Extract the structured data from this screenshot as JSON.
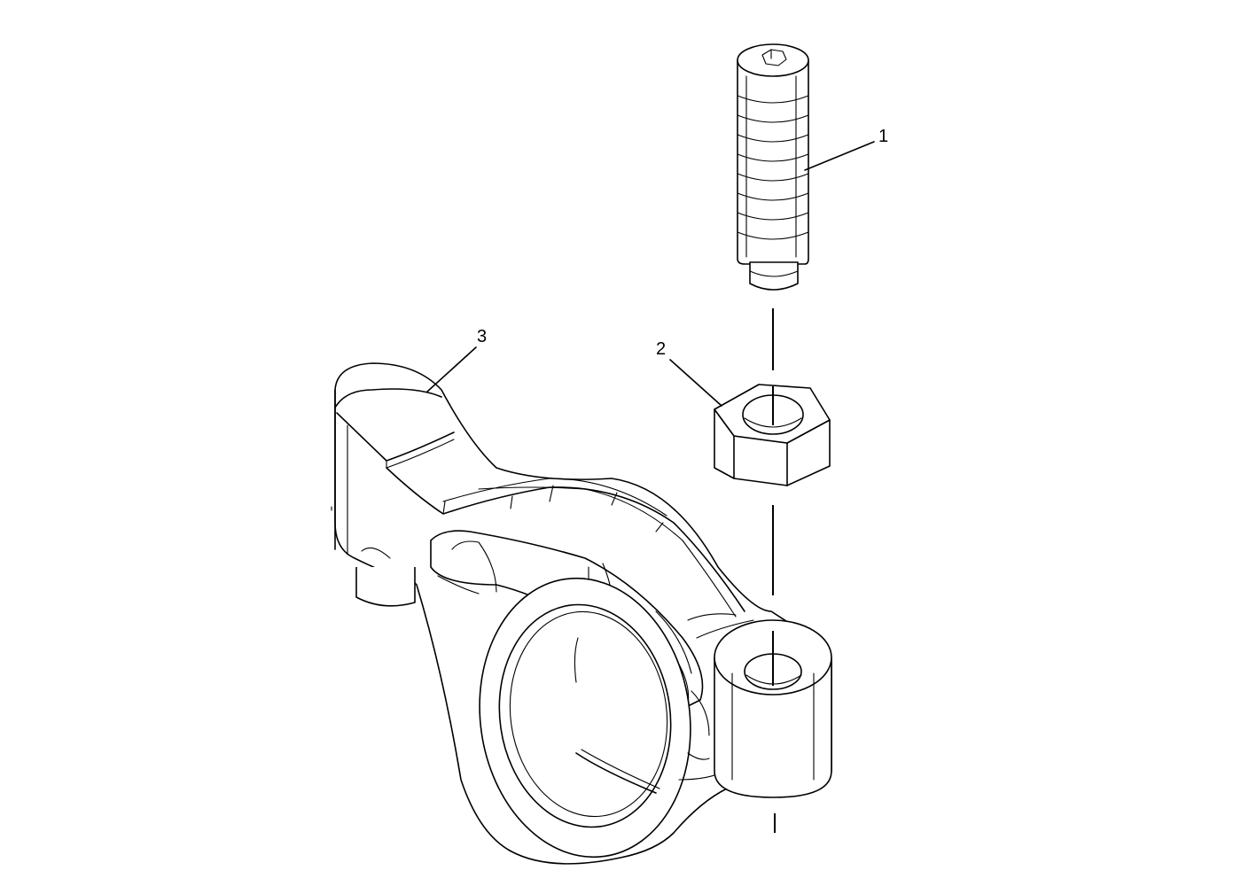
{
  "diagram": {
    "callouts": [
      {
        "id": "1",
        "label": "1",
        "part": "adjusting-screw"
      },
      {
        "id": "2",
        "label": "2",
        "part": "locknut"
      },
      {
        "id": "3",
        "label": "3",
        "part": "rocker-arm"
      }
    ]
  }
}
